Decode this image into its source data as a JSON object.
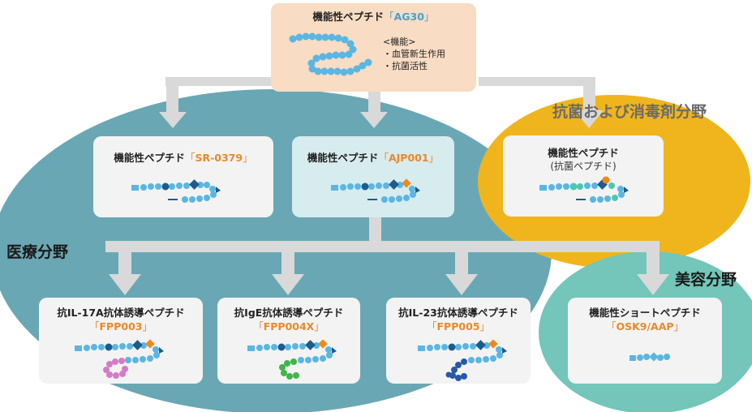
{
  "colors": {
    "medical_region": "#6aa7b4",
    "antibacterial_region": "#f0b51c",
    "beauty_region": "#73c6b9",
    "arrow": "#d9d9d9",
    "top_box": "#f8dcc3",
    "box": "#f3f3f3",
    "highlight_box": "#d7ecee",
    "chain": "#5ab6e2",
    "chain_dark": "#1d5c8c",
    "accent_orange": "#ef8a1a",
    "accent_teal": "#4ec6b2",
    "accent_pink": "#d47bc6",
    "accent_green": "#3fb54a",
    "accent_navy": "#2759a6",
    "code_orange": "#e8892c",
    "code_blue": "#4aa0c8"
  },
  "regions": {
    "medical": "医療分野",
    "antibacterial": "抗菌および消毒剤分野",
    "beauty": "美容分野"
  },
  "top": {
    "title_prefix": "機能性ペプチド",
    "bracket_open": "「",
    "code": "AG30",
    "bracket_close": "」",
    "functions_heading": "<機能>",
    "functions": [
      "・血管新生作用",
      "・抗菌活性"
    ]
  },
  "peptides": {
    "sr0379": {
      "title": "機能性ペプチド",
      "open": "「",
      "code": "SR-0379",
      "close": "」"
    },
    "ajp001": {
      "title": "機能性ペプチド",
      "open": "「",
      "code": "AJP001",
      "close": "」"
    },
    "antibacterial": {
      "title": "機能性ペプチド",
      "subtitle": "(抗菌ペプチド)"
    },
    "fpp003": {
      "title": "抗IL-17A抗体誘導ペプチド",
      "open": "「",
      "code": "FPP003",
      "close": "」"
    },
    "fpp004x": {
      "title": "抗IgE抗体誘導ペプチド",
      "open": "「",
      "code": "FPP004X",
      "close": "」"
    },
    "fpp005": {
      "title": "抗IL-23抗体誘導ペプチド",
      "open": "「",
      "code": "FPP005",
      "close": "」"
    },
    "osk9": {
      "title": "機能性ショートペプチド",
      "open": "「",
      "code": "OSK9/AAP",
      "close": "」"
    }
  }
}
